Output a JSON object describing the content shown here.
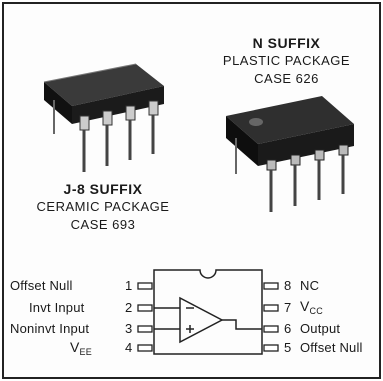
{
  "packages": {
    "n_suffix": {
      "name": "N SUFFIX",
      "type": "PLASTIC PACKAGE",
      "case": "CASE 626"
    },
    "j8_suffix": {
      "name": "J-8 SUFFIX",
      "type": "CERAMIC PACKAGE",
      "case": "CASE 693"
    }
  },
  "pinout": {
    "left_pins": [
      {
        "num": "1",
        "label": "Offset Null"
      },
      {
        "num": "2",
        "label": "Invt Input"
      },
      {
        "num": "3",
        "label": "Noninvt Input"
      },
      {
        "num": "4",
        "label_main": "V",
        "label_sub": "EE"
      }
    ],
    "right_pins": [
      {
        "num": "8",
        "label": "NC"
      },
      {
        "num": "7",
        "label_main": "V",
        "label_sub": "CC"
      },
      {
        "num": "6",
        "label": "Output"
      },
      {
        "num": "5",
        "label": "Offset Null"
      }
    ],
    "opamp_signs": {
      "minus": "−",
      "plus": "+"
    }
  }
}
